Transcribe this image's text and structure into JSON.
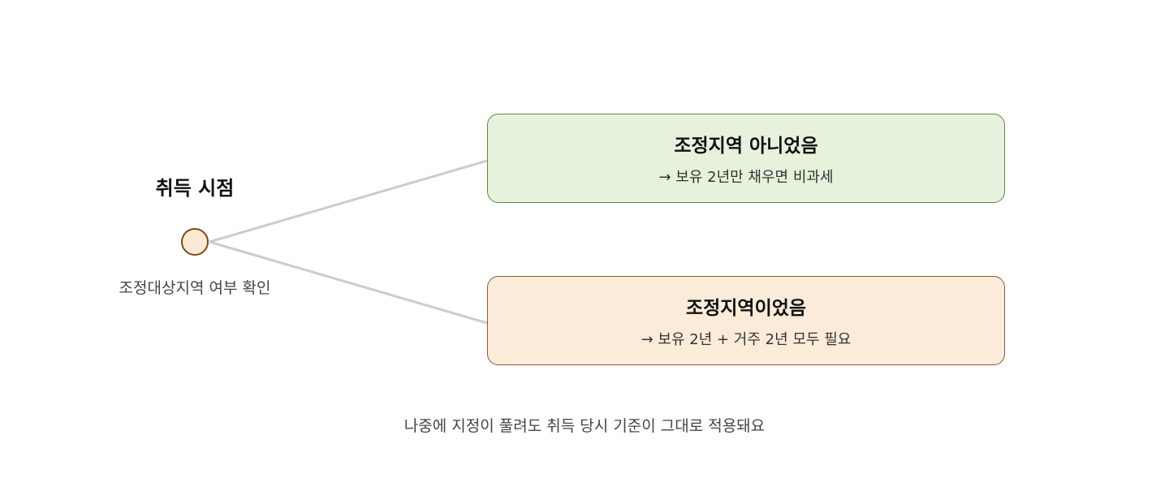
{
  "origin": {
    "title": "취득 시점",
    "caption": "조정대상지역 여부 확인"
  },
  "branches": [
    {
      "title": "조정지역 아니었음",
      "detail": "→ 보유 2년만 채우면 비과세",
      "fill": "#e7f2dc",
      "stroke": "#5c8a3a"
    },
    {
      "title": "조정지역이었음",
      "detail": "→ 보유 2년 + 거주 2년 모두 필요",
      "fill": "#fbebd9",
      "stroke": "#8a5a2c"
    }
  ],
  "footnote": "나중에 지정이 풀려도 취득 당시 기준이 그대로 적용돼요",
  "colors": {
    "node_fill": "#fbe9d3",
    "node_stroke": "#7a4a1c",
    "connector": "#cccccc"
  }
}
